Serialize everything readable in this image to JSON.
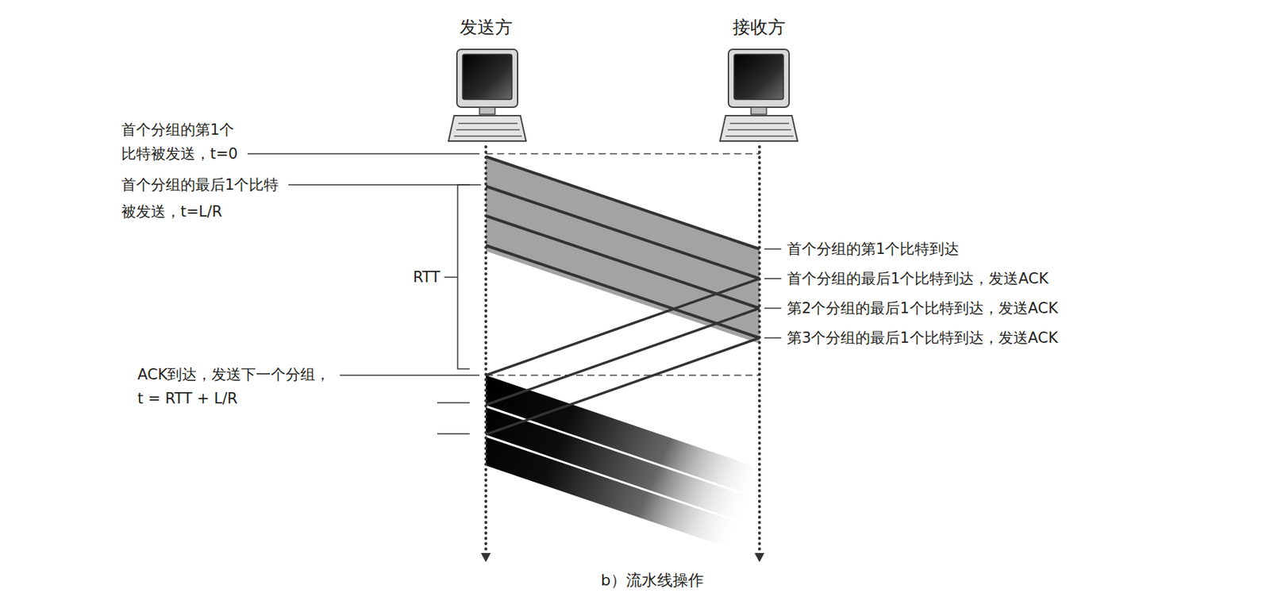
{
  "diagram": {
    "caption": "b）流水线操作",
    "nodes": [
      {
        "text": [
          "发送方"
        ]
      },
      {
        "text": [
          "接收方"
        ]
      }
    ],
    "labels": [
      "首个分组的第1个 比特被发送，t=0",
      "首个分组的最后1个比特 被发送，t=L/R",
      "首个分组的第1个比特到达",
      "RTT",
      "首个分组的最后1个比特到达，发送ACK",
      "第2个分组的最后1个比特到达，发送ACK",
      "第3个分组的最后1个比特到达，发送ACK",
      "ACK到达，发送下一个分组， t = RTT + L/R"
    ]
  }
}
